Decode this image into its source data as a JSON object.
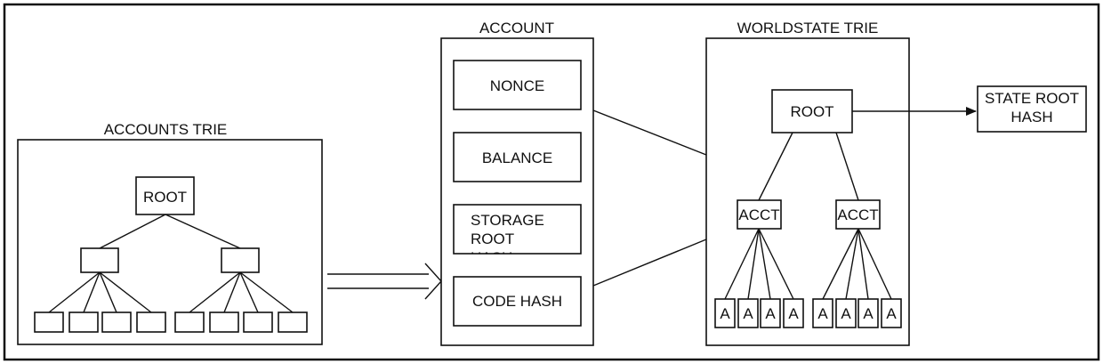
{
  "accounts_trie": {
    "label": "ACCOUNTS TRIE",
    "root_label": "ROOT"
  },
  "account": {
    "label": "ACCOUNT",
    "fields": [
      "NONCE",
      "BALANCE",
      "STORAGE ROOT HASH",
      "CODE HASH"
    ]
  },
  "worldstate_trie": {
    "label": "WORLDSTATE TRIE",
    "root_label": "ROOT",
    "branch_labels": [
      "ACCT",
      "ACCT"
    ],
    "leaf_label": "A"
  },
  "state_root_hash": {
    "label": "STATE ROOT HASH"
  },
  "colors": {
    "stroke": "#111111",
    "background": "#ffffff"
  }
}
